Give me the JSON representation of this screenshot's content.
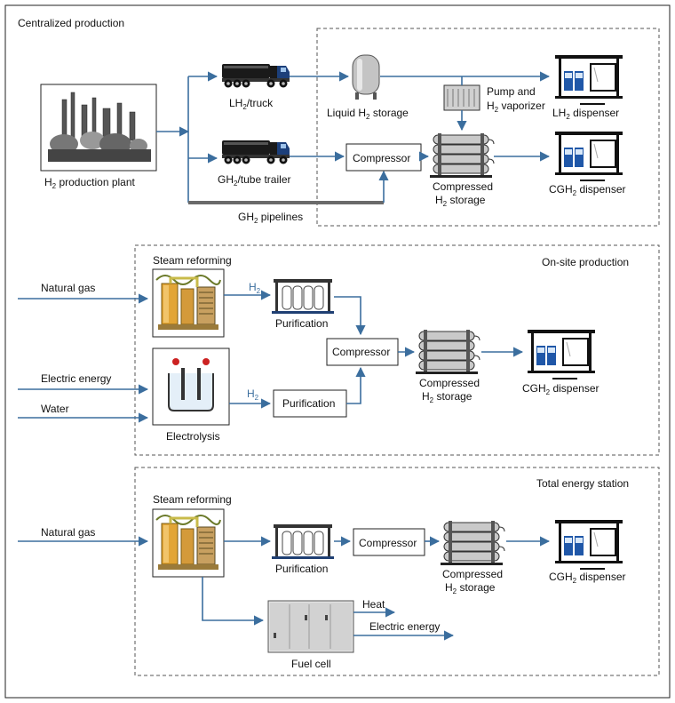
{
  "sections": {
    "centralized": "Centralized production",
    "onsite": "On-site production",
    "total": "Total energy station"
  },
  "centralized": {
    "plant": [
      "H",
      "2",
      " production plant"
    ],
    "lh2_truck": [
      "LH",
      "2",
      "/truck"
    ],
    "gh2_trailer": [
      "GH",
      "2",
      "/tube trailer"
    ],
    "gh2_pipelines": [
      "GH",
      "2",
      " pipelines"
    ],
    "liquid_storage": [
      "Liquid H",
      "2",
      " storage"
    ],
    "pump_line1": "Pump and",
    "pump_line2": [
      "H",
      "2",
      " vaporizer"
    ],
    "lh2_dispenser": [
      "LH",
      "2",
      " dispenser"
    ],
    "compressor": "Compressor",
    "compressed_line1": "Compressed",
    "compressed_line2": [
      "H",
      "2",
      " storage"
    ],
    "cgh2_dispenser": [
      "CGH",
      "2",
      " dispenser"
    ]
  },
  "onsite": {
    "natural_gas": "Natural gas",
    "electric_energy": "Electric energy",
    "water": "Water",
    "steam_reforming": "Steam reforming",
    "electrolysis": "Electrolysis",
    "h2_a": [
      "H",
      "2"
    ],
    "h2_b": [
      "H",
      "2"
    ],
    "purification_top": "Purification",
    "purification_bottom": "Purification",
    "compressor": "Compressor",
    "compressed_line1": "Compressed",
    "compressed_line2": [
      "H",
      "2",
      " storage"
    ],
    "cgh2_dispenser": [
      "CGH",
      "2",
      " dispenser"
    ]
  },
  "total": {
    "natural_gas": "Natural gas",
    "steam_reforming": "Steam reforming",
    "purification": "Purification",
    "compressor": "Compressor",
    "compressed_line1": "Compressed",
    "compressed_line2": [
      "H",
      "2",
      " storage"
    ],
    "cgh2_dispenser": [
      "CGH",
      "2",
      " dispenser"
    ],
    "fuel_cell": "Fuel cell",
    "heat": "Heat",
    "electric_energy": "Electric energy"
  },
  "colors": {
    "arrow": "#3b6e9e",
    "pump_blue": "#1f57a8"
  }
}
